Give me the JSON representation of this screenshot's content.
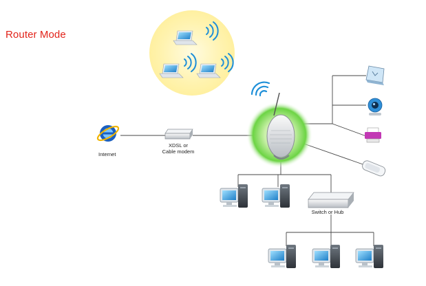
{
  "title": "Router Mode",
  "labels": {
    "internet": "Internet",
    "modem_line1": "XDSL or",
    "modem_line2": "Cable modem",
    "switch": "Switch or Hub"
  },
  "colors": {
    "title": "#e2231a",
    "wireless_halo": "#fff2a8",
    "router_glow": "#5fd23c",
    "wifi_waves": "#1e8fd8",
    "connection_lines": "#444444"
  },
  "icons": {
    "internet": "internet-explorer-icon",
    "modem": "modem-icon",
    "router": "wireless-router-icon",
    "laptop": "laptop-icon",
    "switch": "switch-hub-icon",
    "desktop": "desktop-pc-icon",
    "storage": "usb-storage-icon",
    "webcam": "webcam-icon",
    "printer": "printer-icon",
    "flash_drive": "flash-drive-icon"
  }
}
